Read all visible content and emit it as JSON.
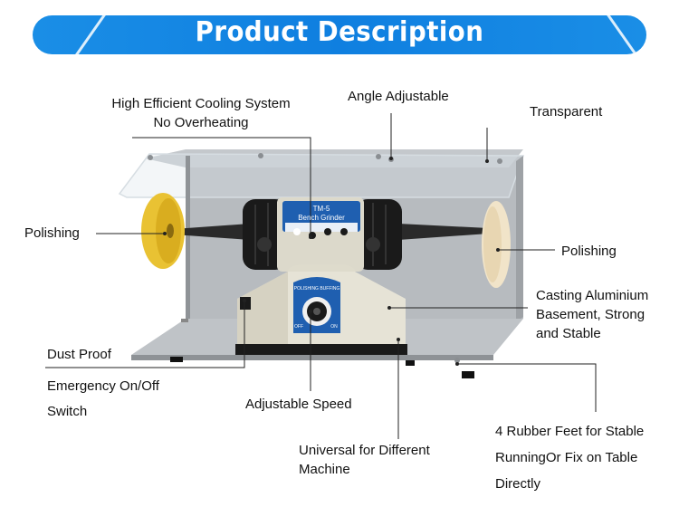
{
  "banner": {
    "title": "Product Description"
  },
  "callouts": {
    "cooling_line1": "High Efficient Cooling System",
    "cooling_line2": "No Overheating",
    "angle": "Angle Adjustable",
    "transparent": "Transparent",
    "polishing_left": "Polishing",
    "polishing_right": "Polishing",
    "casting_line1": "Casting Aluminium",
    "casting_line2": "Basement, Strong",
    "casting_line3": "and Stable",
    "dust_proof": "Dust Proof",
    "emergency_line1": "Emergency On/Off",
    "emergency_line2": "Switch",
    "speed": "Adjustable Speed",
    "universal_line1": "Universal for Different",
    "universal_line2": "Machine",
    "feet_line1": "4 Rubber Feet for Stable",
    "feet_line2": "RunningOr Fix on Table",
    "feet_line3": "Directly"
  },
  "product_labels": {
    "model": "TM-5",
    "name": "Bench Grinder",
    "dial_ring": "POLISHING BUFFING",
    "off": "OFF",
    "on": "ON"
  },
  "colors": {
    "banner": "#1a8ee6",
    "housing": "#a9adb1",
    "motor": "#1a1a1a",
    "base": "#e6e3d6",
    "badge": "#1f5fb0",
    "wheel_left": "#e9c233",
    "wheel_right": "#f1e4c9"
  }
}
